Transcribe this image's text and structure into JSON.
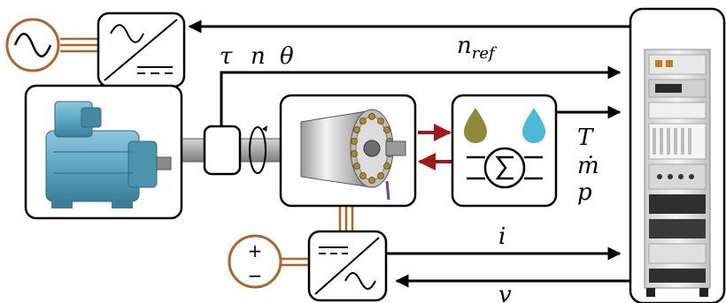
{
  "signals": {
    "n_ref": "n",
    "n_ref_sub": "ref",
    "tau": "τ",
    "n": "n",
    "theta": "θ",
    "T": "T",
    "m_dot": "ṁ",
    "p": "p",
    "i": "i",
    "v": "v"
  },
  "dc_source": {
    "plus": "+",
    "minus": "−"
  },
  "colors": {
    "line": "#000000",
    "power_line": "#b0642a",
    "shaft": "#b4b4b4",
    "flow_arrow": "#9c1a1a",
    "oil_drop": "#8f8a3a",
    "water_drop": "#4cb9d9",
    "motor": "#5ea8c4"
  },
  "icons": [
    "ac-source-icon",
    "ac-dc-converter-icon",
    "dc-motor-icon",
    "torque-speed-sensor-icon",
    "rotation-icon",
    "electric-machine-icon",
    "heat-exchanger-icon",
    "oil-drop-icon",
    "water-drop-icon",
    "dc-source-icon",
    "dc-ac-inverter-icon",
    "control-rack-icon"
  ]
}
